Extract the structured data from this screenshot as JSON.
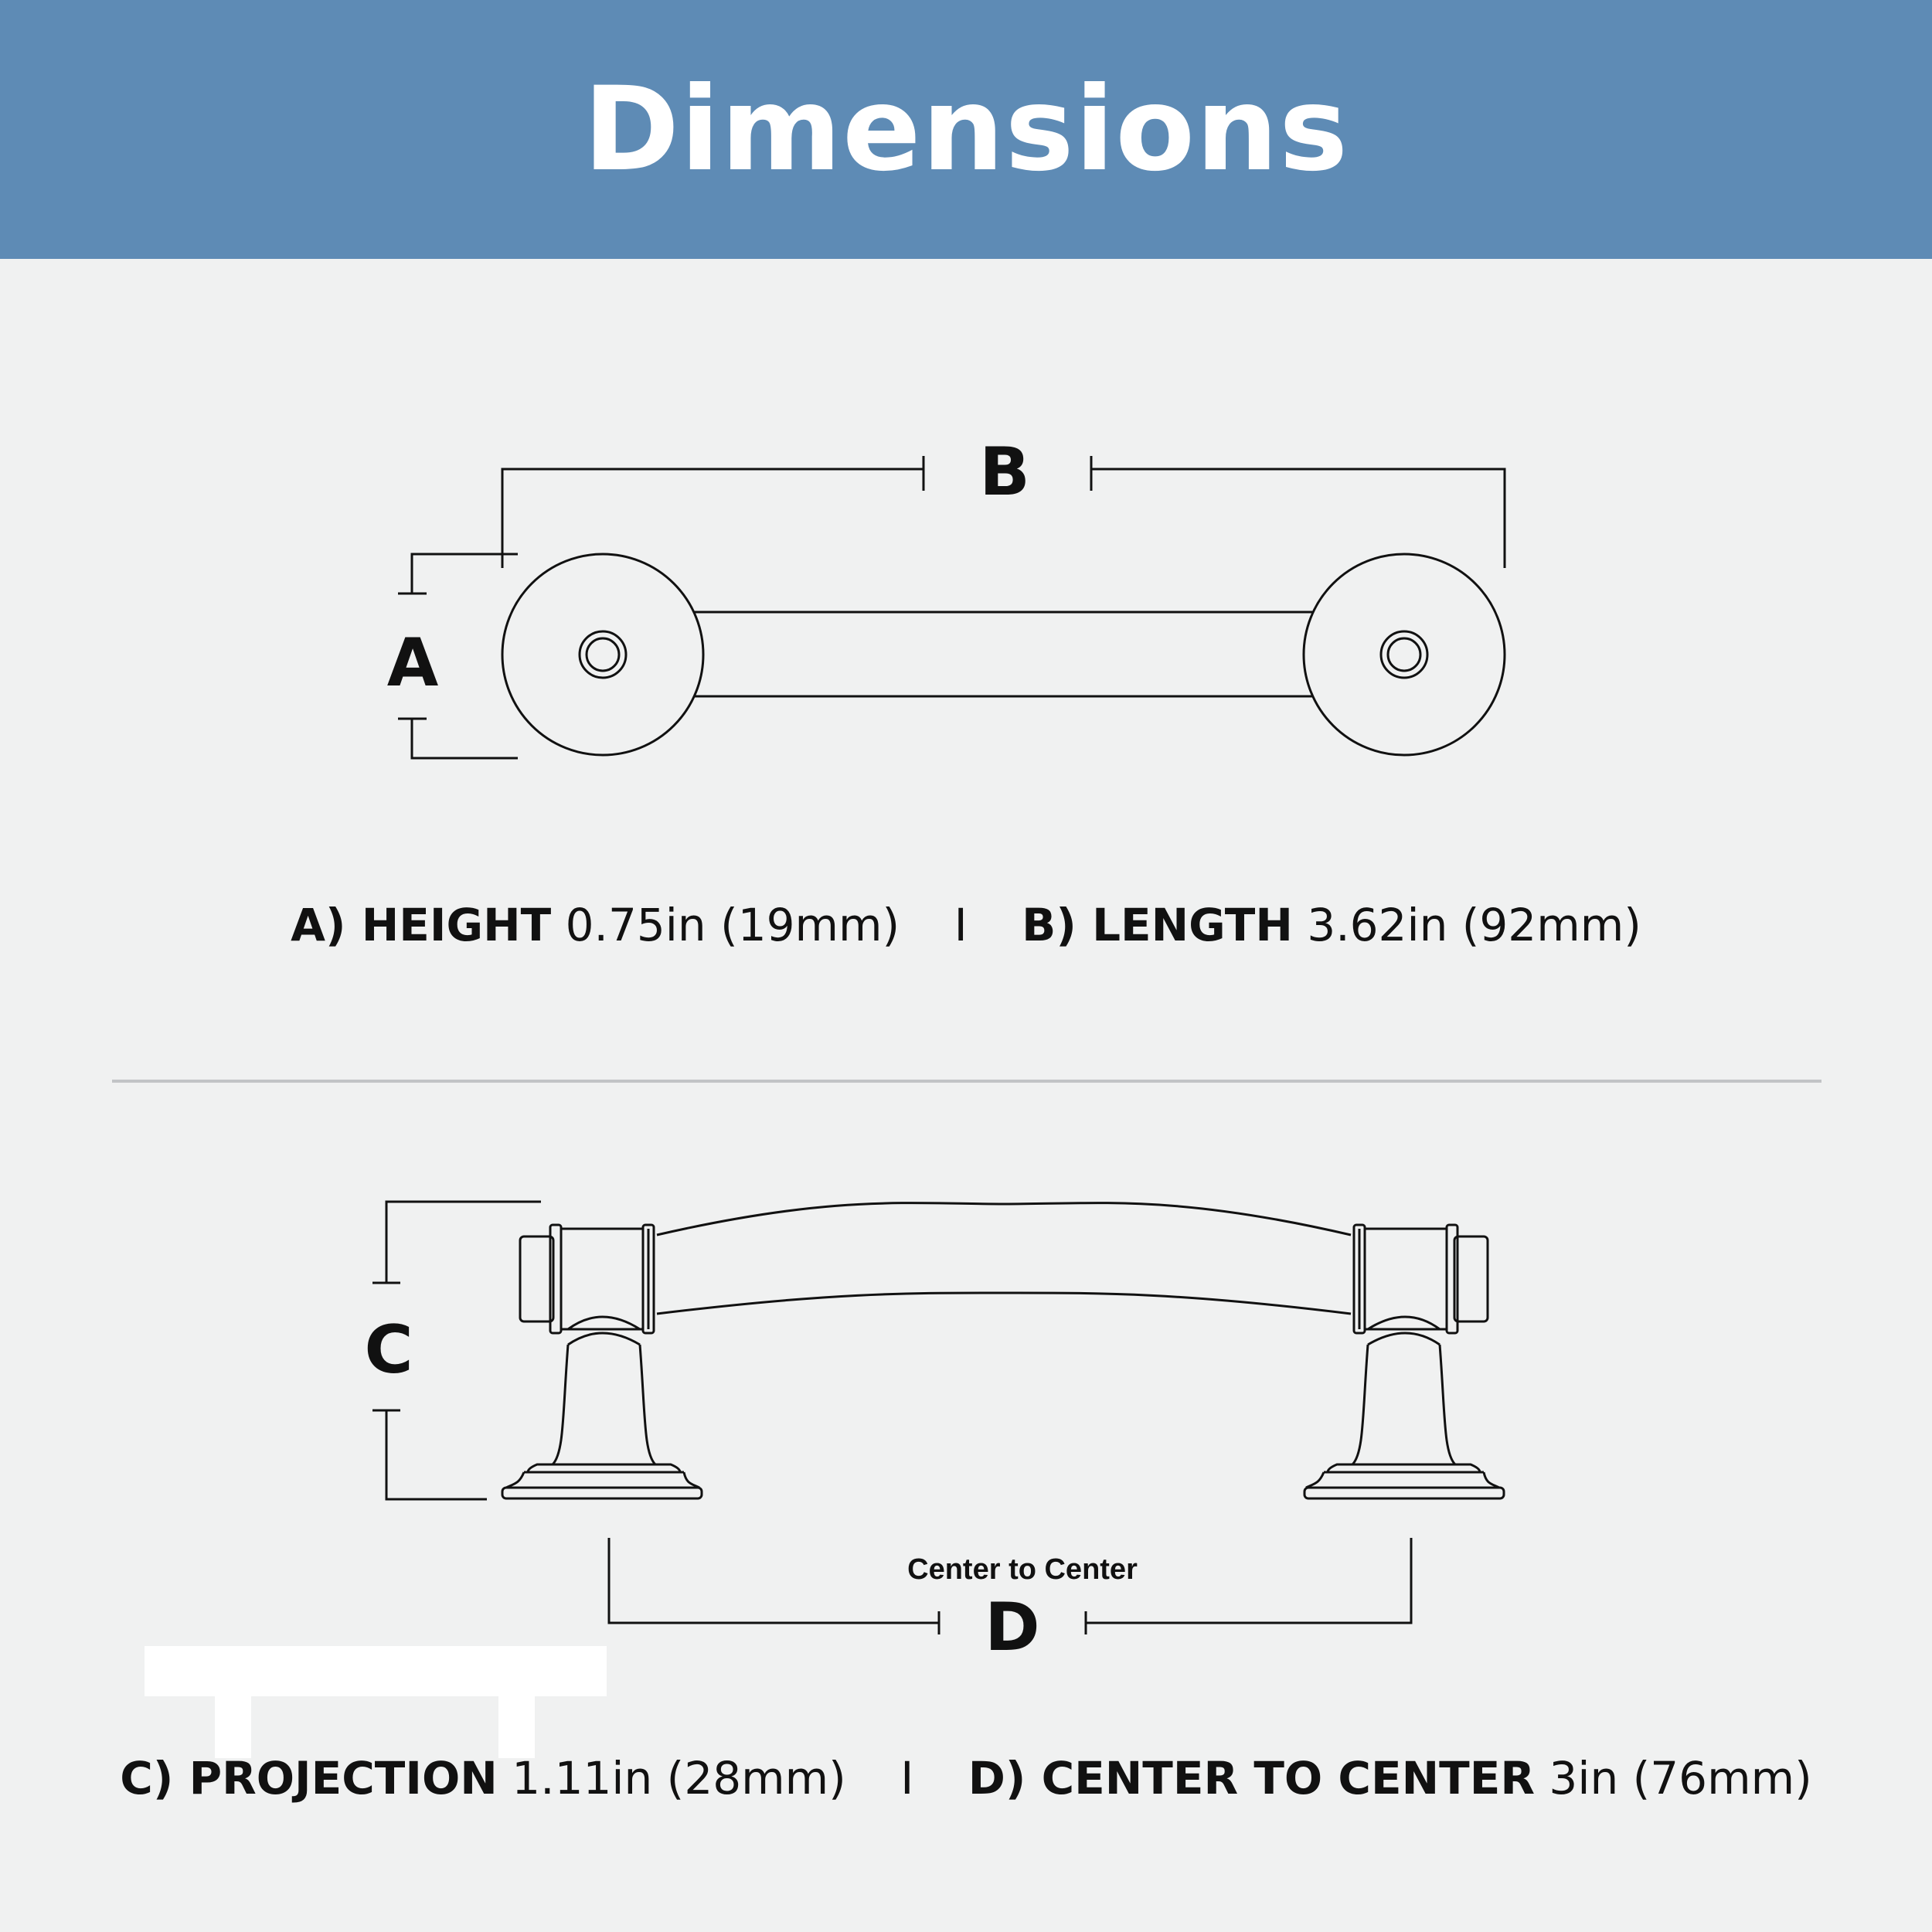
{
  "title": "Dimensions",
  "colors": {
    "header": "#5e8bb5",
    "background": "#f0f1f1",
    "line": "#111111",
    "divider": "#c2c4c6"
  },
  "labels": {
    "a": "A",
    "b": "B",
    "c": "C",
    "d": "D",
    "center_to_center": "Center to Center"
  },
  "specs": {
    "a": {
      "label": "A) HEIGHT",
      "value": "0.75in (19mm)"
    },
    "b": {
      "label": "B) LENGTH",
      "value": "3.62in (92mm)"
    },
    "c": {
      "label": "C) PROJECTION",
      "value": "1.11in (28mm)"
    },
    "d": {
      "label": "D) CENTER TO CENTER",
      "value": "3in (76mm)"
    },
    "separator": "I"
  }
}
